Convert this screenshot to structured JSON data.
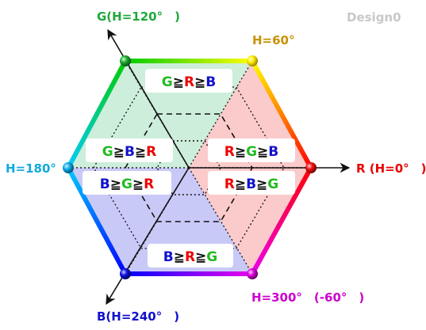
{
  "watermark": "Design0",
  "vertex_labels": {
    "g": "G(H=120°　)",
    "y": "H=60°",
    "r": "R (H=0°　)",
    "m": "H=300°　(-60°　)",
    "b": "B(H=240°　)",
    "c": "H=180°"
  },
  "region_labels": {
    "top": [
      {
        "t": "G",
        "c": "g"
      },
      {
        "t": "≧",
        "c": "k"
      },
      {
        "t": "R",
        "c": "r"
      },
      {
        "t": "≧",
        "c": "k"
      },
      {
        "t": "B",
        "c": "b"
      }
    ],
    "upper_right": [
      {
        "t": "R",
        "c": "r"
      },
      {
        "t": "≧",
        "c": "k"
      },
      {
        "t": "G",
        "c": "g"
      },
      {
        "t": "≧",
        "c": "k"
      },
      {
        "t": "B",
        "c": "b"
      }
    ],
    "lower_right": [
      {
        "t": "R",
        "c": "r"
      },
      {
        "t": "≧",
        "c": "k"
      },
      {
        "t": "B",
        "c": "b"
      },
      {
        "t": "≧",
        "c": "k"
      },
      {
        "t": "G",
        "c": "g"
      }
    ],
    "bottom": [
      {
        "t": "B",
        "c": "b"
      },
      {
        "t": "≧",
        "c": "k"
      },
      {
        "t": "R",
        "c": "r"
      },
      {
        "t": "≧",
        "c": "k"
      },
      {
        "t": "G",
        "c": "g"
      }
    ],
    "lower_left": [
      {
        "t": "B",
        "c": "b"
      },
      {
        "t": "≧",
        "c": "k"
      },
      {
        "t": "G",
        "c": "g"
      },
      {
        "t": "≧",
        "c": "k"
      },
      {
        "t": "R",
        "c": "r"
      }
    ],
    "upper_left": [
      {
        "t": "G",
        "c": "g"
      },
      {
        "t": "≧",
        "c": "k"
      },
      {
        "t": "B",
        "c": "b"
      },
      {
        "t": "≧",
        "c": "k"
      },
      {
        "t": "R",
        "c": "r"
      }
    ]
  },
  "colors": {
    "r": "#ee0000",
    "g": "#22bb22",
    "b": "#1111cc",
    "k": "#111111",
    "label_green": "#1fa83a",
    "label_gold": "#c89200",
    "label_red": "#e80000",
    "label_magenta": "#cc00cc",
    "label_blue": "#1111cc",
    "label_cyan": "#11aadd",
    "watermark": "#c8c8c8",
    "region_green": "#cdeeda",
    "region_red": "#fbcaca",
    "region_blue": "#c9c9f8"
  }
}
